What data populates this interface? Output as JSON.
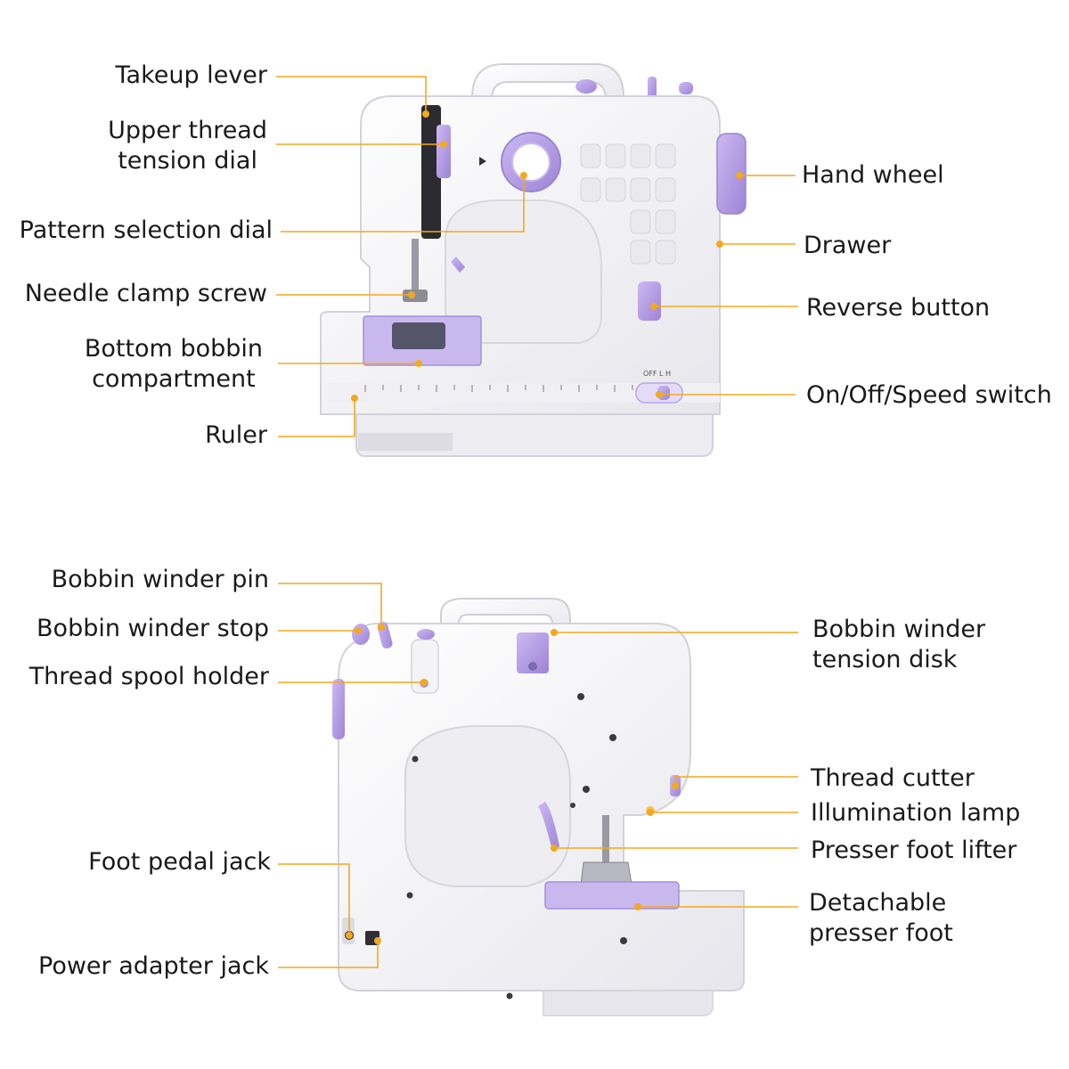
{
  "top_view": {
    "left_labels": [
      "Takeup lever",
      "Upper thread\ntension dial",
      "Pattern selection dial",
      "Needle clamp screw",
      "Bottom bobbin\ncompartment",
      "Ruler"
    ],
    "right_labels": [
      "Hand wheel",
      "Drawer",
      "Reverse button",
      "On/Off/Speed switch"
    ],
    "switch_text": "OFF  L  H"
  },
  "bottom_view": {
    "left_labels": [
      "Bobbin winder pin",
      "Bobbin winder stop",
      "Thread spool holder",
      "Foot pedal jack",
      "Power adapter jack"
    ],
    "right_labels": [
      "Bobbin winder\ntension disk",
      "Thread cutter",
      "Illumination lamp",
      "Presser foot lifter",
      "Detachable\npresser foot"
    ]
  },
  "colors": {
    "leader": "#f2a91f",
    "accent_purple": "#b7a0e8",
    "machine_white": "#f7f7f9"
  }
}
